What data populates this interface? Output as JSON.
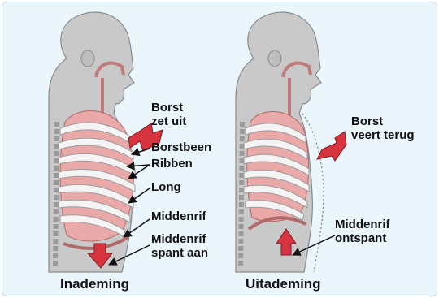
{
  "colors": {
    "background": "#eaf6fc",
    "body_fill": "#c9c9c9",
    "body_outline": "#8a8a8a",
    "lung_fill": "#e9a9a9",
    "rib_fill": "#f4f4f4",
    "arrow_red": "#d8343f",
    "text": "#111111"
  },
  "left_panel": {
    "caption": "Inademing",
    "labels": {
      "borst": "Borst",
      "zet_uit": "zet uit",
      "borstbeen": "Borstbeen",
      "ribben": "Ribben",
      "long": "Long",
      "middenrif": "Middenrif",
      "middenrif2": "Middenrif",
      "spant_aan": "spant aan"
    }
  },
  "right_panel": {
    "caption": "Uitademing",
    "labels": {
      "borst": "Borst",
      "veert_terug": "veert terug",
      "middenrif": "Middenrif",
      "ontspant": "ontspant"
    }
  }
}
